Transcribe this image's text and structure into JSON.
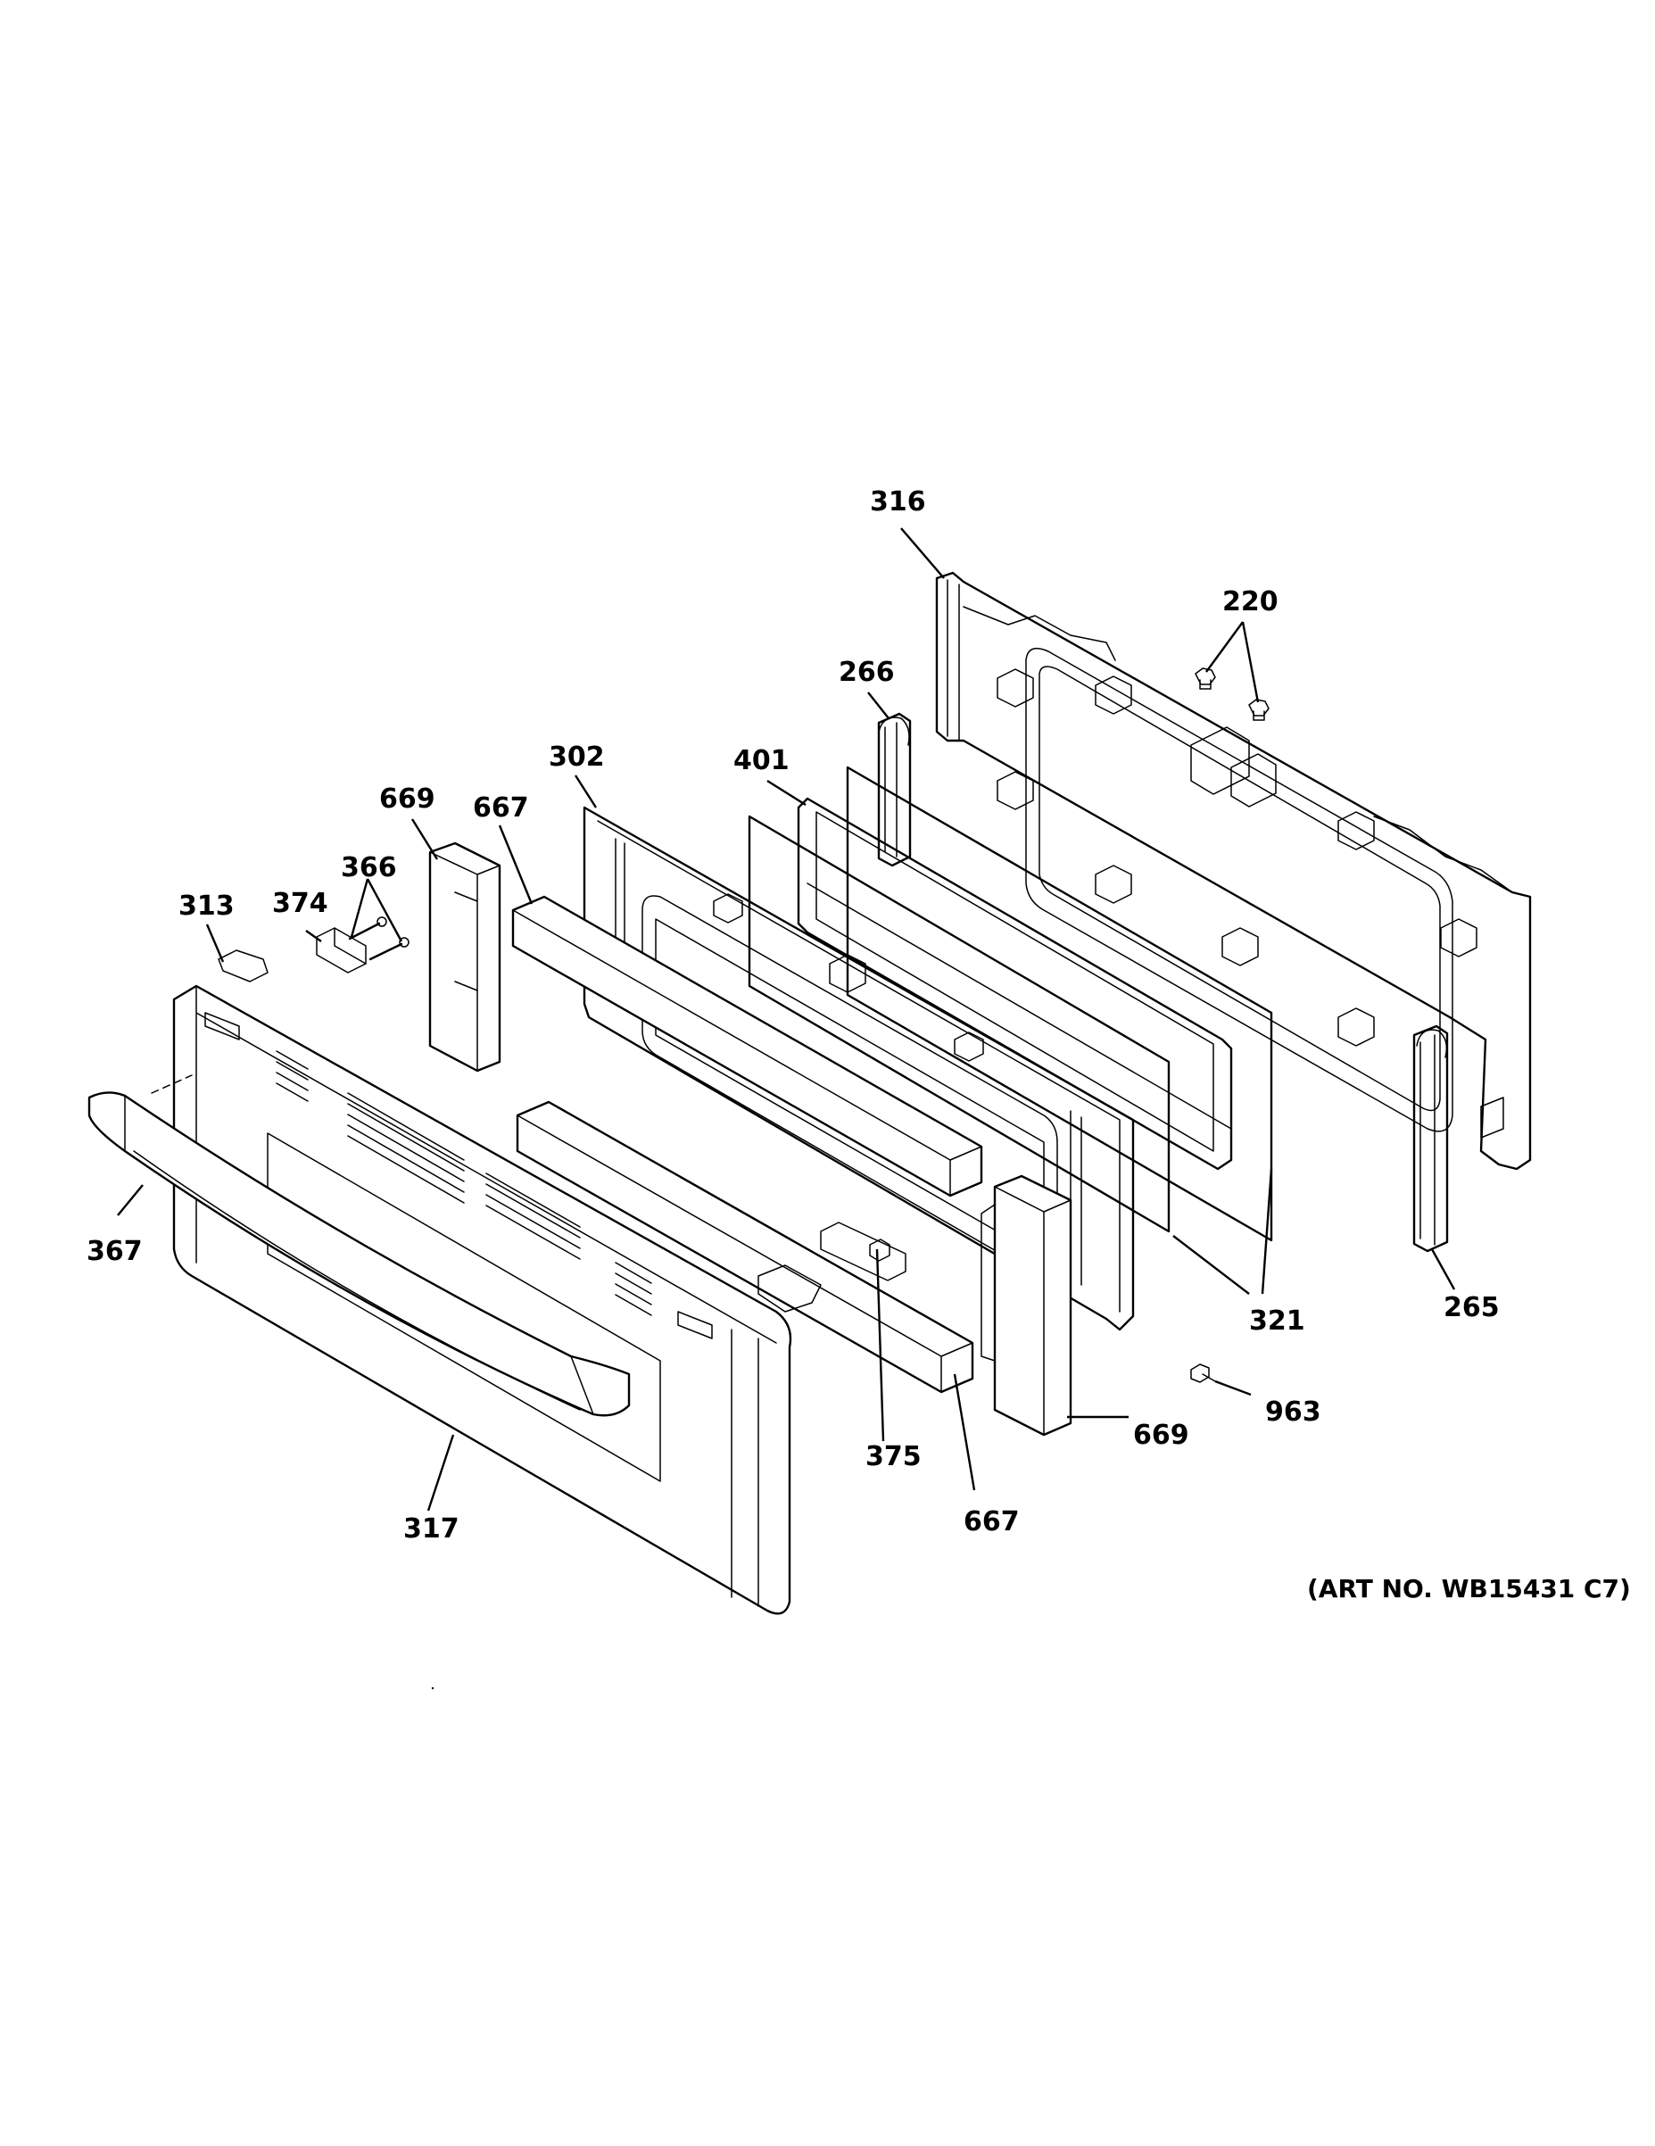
{
  "diagram": {
    "art_number": "(ART NO. WB15431 C7)",
    "callouts": [
      {
        "id": "c316",
        "text": "316"
      },
      {
        "id": "c220",
        "text": "220"
      },
      {
        "id": "c266",
        "text": "266"
      },
      {
        "id": "c302",
        "text": "302"
      },
      {
        "id": "c401",
        "text": "401"
      },
      {
        "id": "c669a",
        "text": "669"
      },
      {
        "id": "c667a",
        "text": "667"
      },
      {
        "id": "c366",
        "text": "366"
      },
      {
        "id": "c313",
        "text": "313"
      },
      {
        "id": "c374",
        "text": "374"
      },
      {
        "id": "c367",
        "text": "367"
      },
      {
        "id": "c317",
        "text": "317"
      },
      {
        "id": "c375",
        "text": "375"
      },
      {
        "id": "c667b",
        "text": "667"
      },
      {
        "id": "c669b",
        "text": "669"
      },
      {
        "id": "c321",
        "text": "321"
      },
      {
        "id": "c265",
        "text": "265"
      },
      {
        "id": "c963",
        "text": "963"
      }
    ]
  }
}
